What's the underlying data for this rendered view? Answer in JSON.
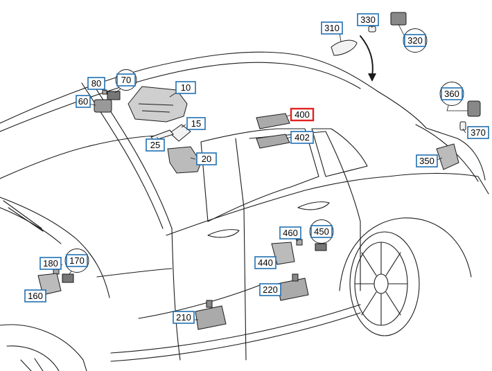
{
  "diagram": {
    "highlight_color": "#e0211f",
    "box_color": "#1f6fb2",
    "line_color": "#1a1a1a",
    "callouts": [
      {
        "id": "310",
        "label": "310"
      },
      {
        "id": "330",
        "label": "330"
      },
      {
        "id": "320",
        "label": "320"
      },
      {
        "id": "80",
        "label": "80"
      },
      {
        "id": "70",
        "label": "70"
      },
      {
        "id": "10",
        "label": "10"
      },
      {
        "id": "60",
        "label": "60"
      },
      {
        "id": "15",
        "label": "15"
      },
      {
        "id": "25",
        "label": "25"
      },
      {
        "id": "20",
        "label": "20"
      },
      {
        "id": "400",
        "label": "400",
        "highlighted": true
      },
      {
        "id": "402",
        "label": "402"
      },
      {
        "id": "360",
        "label": "360"
      },
      {
        "id": "370",
        "label": "370"
      },
      {
        "id": "350",
        "label": "350"
      },
      {
        "id": "460",
        "label": "460"
      },
      {
        "id": "450",
        "label": "450"
      },
      {
        "id": "440",
        "label": "440"
      },
      {
        "id": "180",
        "label": "180"
      },
      {
        "id": "170",
        "label": "170"
      },
      {
        "id": "160",
        "label": "160"
      },
      {
        "id": "220",
        "label": "220"
      },
      {
        "id": "210",
        "label": "210"
      }
    ]
  }
}
